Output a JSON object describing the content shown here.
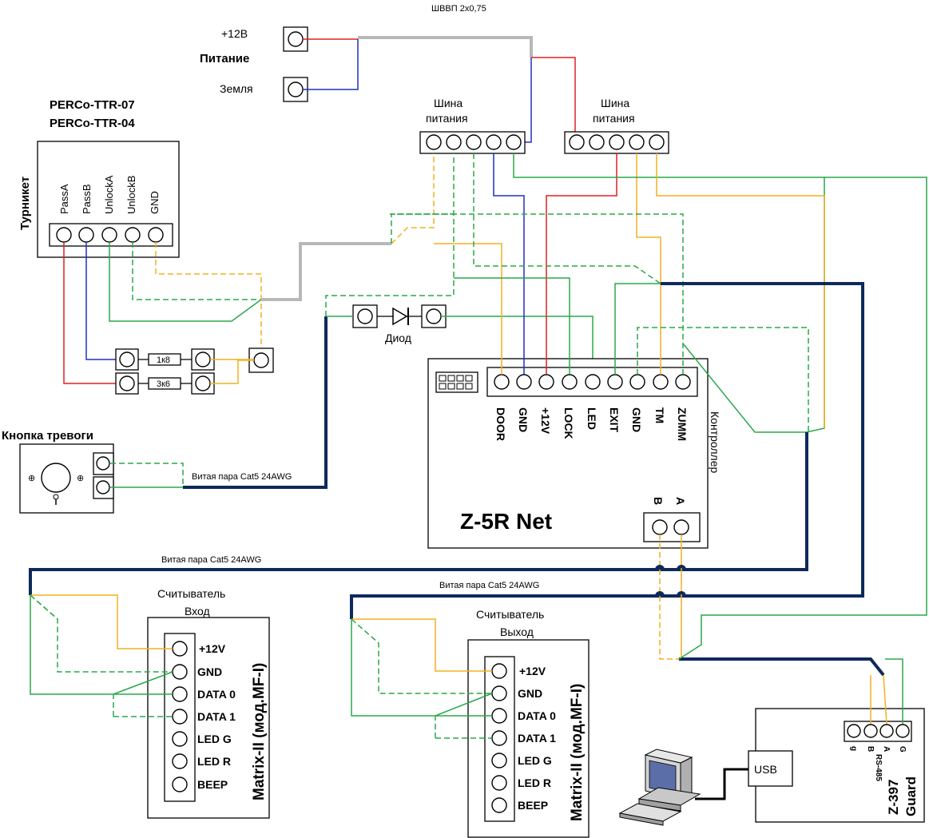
{
  "power": {
    "cable": "ШВВП 2х0,75",
    "plus12": "+12В",
    "title": "Питание",
    "ground": "Земля"
  },
  "bus_left": {
    "label": "Шина\nпитания",
    "line1": "Шина",
    "line2": "питания"
  },
  "bus_right": {
    "line1": "Шина",
    "line2": "питания"
  },
  "turnstile": {
    "model1": "PERCo-TTR-07",
    "model2": "PERCo-TTR-04",
    "side_label": "Турникет",
    "pins": [
      "PassA",
      "PassB",
      "UnlockA",
      "UnlockB",
      "GND"
    ]
  },
  "resistors": {
    "r1": "1к8",
    "r2": "3к6"
  },
  "diode": {
    "label": "Диод"
  },
  "alarm": {
    "title": "Кнопка тревоги",
    "cable": "Витая пара Cat5 24AWG"
  },
  "controller": {
    "name": "Z-5R Net",
    "side_label": "Контроллер",
    "pins": [
      "DOOR",
      "GND",
      "+12V",
      "LOCK",
      "LED",
      "EXIT",
      "GND",
      "TM",
      "ZUMM"
    ],
    "rs_pins": [
      "B",
      "A"
    ]
  },
  "cables": {
    "c1": "Витая пара Cat5 24AWG",
    "c2": "Витая пара Cat5 24AWG"
  },
  "reader_in": {
    "title1": "Считыватель",
    "title2": "Вход",
    "model": "Matrix-II (мод.MF-I)",
    "pins": [
      "+12V",
      "GND",
      "DATA 0",
      "DATA 1",
      "LED G",
      "LED R",
      "BEEP"
    ]
  },
  "reader_out": {
    "title1": "Считыватель",
    "title2": "Выход",
    "model": "Matrix-II (мод.MF-I)",
    "pins": [
      "+12V",
      "GND",
      "DATA 0",
      "DATA 1",
      "LED G",
      "LED R",
      "BEEP"
    ]
  },
  "guard": {
    "name1": "Z-397",
    "name2": "Guard",
    "usb": "USB",
    "rs_label": "RS-485",
    "pins": [
      "g",
      "B",
      "A",
      "G"
    ]
  },
  "colors": {
    "red": "#e02020",
    "blue": "#2030c0",
    "orange": "#f2b01e",
    "green": "#2aa84a",
    "gray": "#b8b8b8",
    "navy": "#0d2a5c"
  }
}
